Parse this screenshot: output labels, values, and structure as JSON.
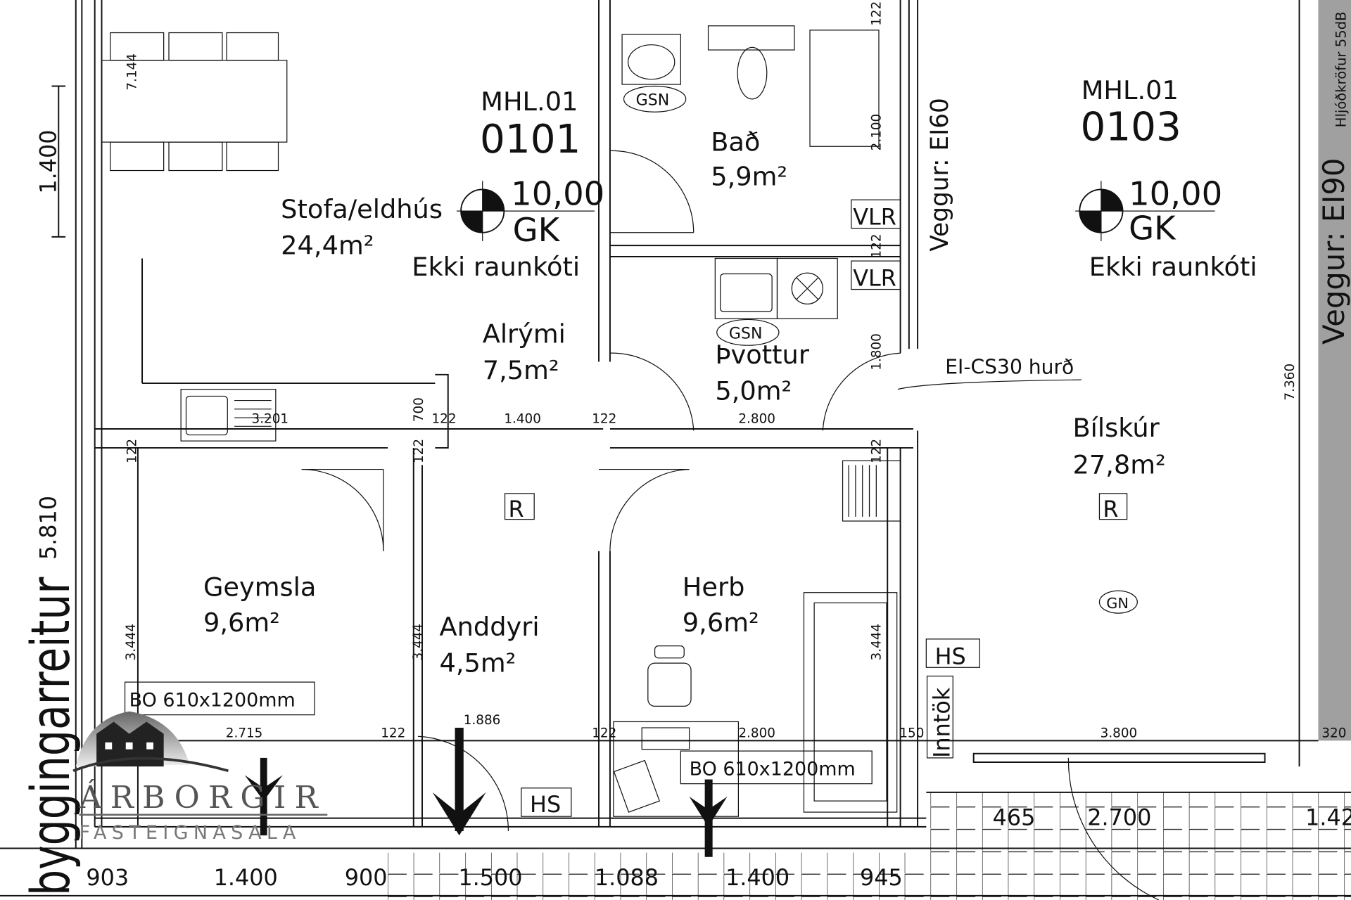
{
  "units": [
    {
      "mhl": "MHL.01",
      "number": "0101",
      "elevation": "10,00",
      "code": "GK",
      "note": "Ekki raunkóti"
    },
    {
      "mhl": "MHL.01",
      "number": "0103",
      "elevation": "10,00",
      "code": "GK",
      "note": "Ekki raunkóti"
    }
  ],
  "rooms": [
    {
      "name": "Stofa/eldhús",
      "area": "24,4m²"
    },
    {
      "name": "Bað",
      "area": "5,9m²"
    },
    {
      "name": "Alrými",
      "area": "7,5m²"
    },
    {
      "name": "Þvottur",
      "area": "5,0m²"
    },
    {
      "name": "Geymsla",
      "area": "9,6m²"
    },
    {
      "name": "Anddyri",
      "area": "4,5m²"
    },
    {
      "name": "Herb",
      "area": "9,6m²"
    },
    {
      "name": "Bílskúr",
      "area": "27,8m²"
    }
  ],
  "tags": {
    "gsn": "GSN",
    "vlr": "VLR",
    "r": "R",
    "gn": "GN",
    "hs": "HS",
    "inntok": "Inntök",
    "window": "BO 610x1200mm"
  },
  "walls": {
    "ei60": "Veggur: EI60",
    "ei90": "Veggur: EI90",
    "sound": "Hljóðkröfur 55dB",
    "door": "EI-CS30 hurð"
  },
  "site_label": "byggingarreitur",
  "dimensions": [
    "7.144",
    "1.400",
    "5.810",
    "2.100",
    "1.800",
    "122",
    "3.201",
    "700",
    "122",
    "1.400",
    "122",
    "2.800",
    "122",
    "122",
    "7.360",
    "3.444",
    "3.444",
    "3.444",
    "2.715",
    "122",
    "1.886",
    "122",
    "2.800",
    "150",
    "3.800",
    "320",
    "465",
    "2.700",
    "1.42",
    "903",
    "1.400",
    "900",
    "1.500",
    "1.088",
    "1.400",
    "945",
    "122",
    "122"
  ],
  "logo": {
    "name": "ÁRBORGIR",
    "subtitle": "FASTEIGNASALA"
  }
}
